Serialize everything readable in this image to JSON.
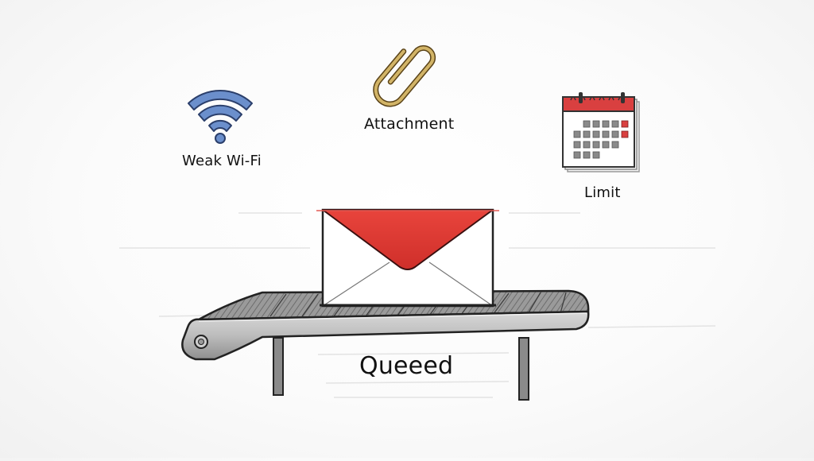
{
  "scene": {
    "title": "Email queue illustration",
    "style": "hand-drawn sketch"
  },
  "factors": [
    {
      "label": "Weak Wi-Fi",
      "icon": "wifi-icon"
    },
    {
      "label": "Attachment",
      "icon": "paperclip-icon"
    },
    {
      "label": "Limit",
      "icon": "calendar-icon"
    }
  ],
  "conveyor": {
    "item_icon": "envelope-icon",
    "status_label": "Queeed"
  },
  "colors": {
    "wifi_blue": "#5b7fbf",
    "clip_gold": "#b8963e",
    "calendar_red": "#d94040",
    "envelope_red": "#e03a34",
    "belt_gray": "#8a8a8a",
    "ink": "#111111"
  }
}
